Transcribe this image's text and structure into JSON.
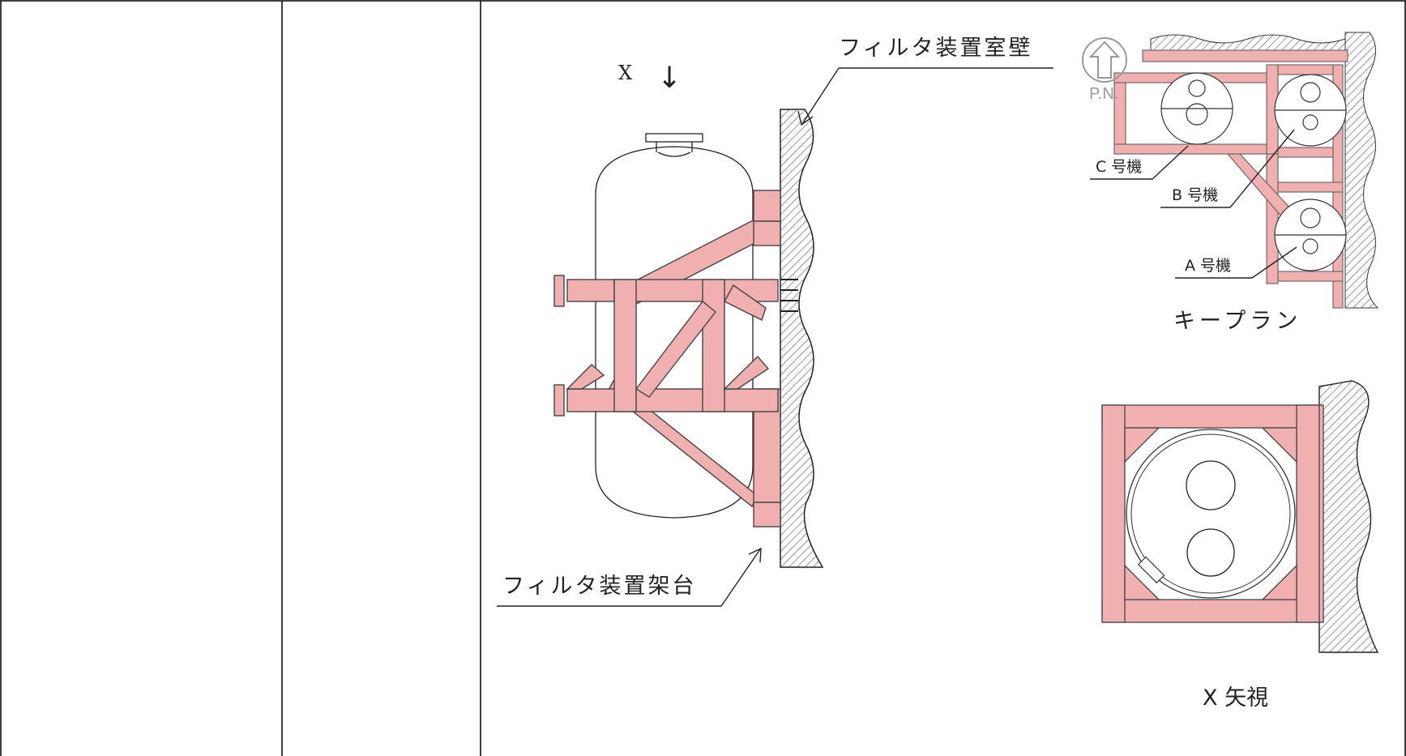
{
  "labels": {
    "view_marker_letter": "X",
    "view_marker_arrow": "↓",
    "wall_label": "フィルタ装置室壁",
    "frame_label": "フィルタ装置架台",
    "key_plan_label": "キープラン",
    "x_view_label": "X 矢視",
    "north_label": "P.N.",
    "unit_c": "C 号機",
    "unit_b": "B 号機",
    "unit_a": "A 号機"
  },
  "colors": {
    "frame_fill": "#f0b0b0",
    "frame_stroke": "#444444",
    "line": "#222222",
    "hatch": "#555555",
    "north_arrow": "#9a9a9a"
  }
}
